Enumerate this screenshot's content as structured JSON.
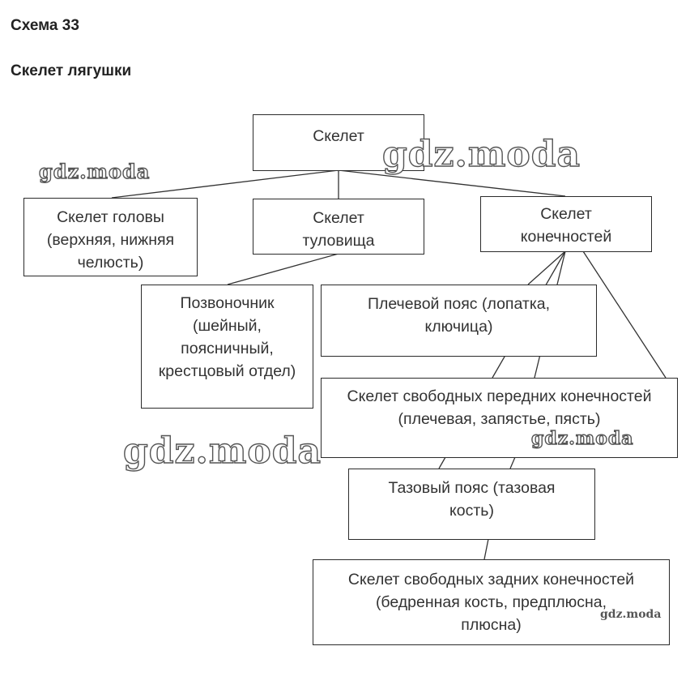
{
  "header": {
    "scheme": "Схема 33",
    "title": "Скелет лягушки"
  },
  "boxes": {
    "root": "Скелет",
    "head": "Скелет головы (верхняя, нижняя челюсть)",
    "trunk": "Скелет туловища",
    "limbs": "Скелет конечностей",
    "spine": "Позвоночник (шейный, поясничный, крестцовый отдел)",
    "shoulder": "Плечевой пояс (лопатка, ключица)",
    "front": "Скелет свободных передних конечностей (плечевая, запястье, пясть)",
    "pelvic": "Тазовый пояс (тазовая кость)",
    "hind": "Скелет свободных задних конечностей (бедренная кость, предплюсна, плюсна)"
  },
  "watermarks": {
    "text": "gdz.moda"
  }
}
